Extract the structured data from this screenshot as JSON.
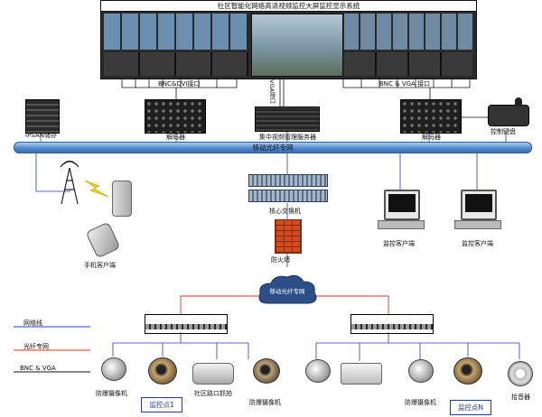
{
  "title": "社区智能化网络高清视频监控大屏监控显示系统",
  "labels": {
    "bnc_dvi_port": "BNC&DVI接口",
    "vga_port": "VGA接口",
    "bnc_vga_port": "BNC & VGA 接口",
    "ipsan": "IPSAN储存",
    "decoder_left": "解码器",
    "server": "集中视频管理服务器",
    "decoder_right": "解码器",
    "keyboard": "控制键盘",
    "backbone": "移动光纤专网",
    "core_switch": "核心交换机",
    "firewall": "防火墙",
    "mobile_client": "手机客户端",
    "monitor_client_1": "监控客户端",
    "monitor_client_2": "监控客户端",
    "cloud": "移动光纤专网",
    "camera_a": "防爆摄像机",
    "camera_b": "社区路口抓拍",
    "camera_c": "防爆摄像机",
    "camera_d": "防爆摄像机",
    "pickup": "拾音器",
    "point_1": "监控点1",
    "point_n": "监控点N"
  },
  "legend": [
    {
      "label": "网络线",
      "color": "#2b3fa8"
    },
    {
      "label": "光纤专网",
      "color": "#e0302a"
    },
    {
      "label": "BNC & VGA",
      "color": "#111111"
    }
  ],
  "colors": {
    "backbone": "#4d86c8",
    "network_line": "#2b3fa8",
    "fiber_line": "#e0302a",
    "cable": "#111111",
    "point_box_border": "#2a3a9a"
  }
}
